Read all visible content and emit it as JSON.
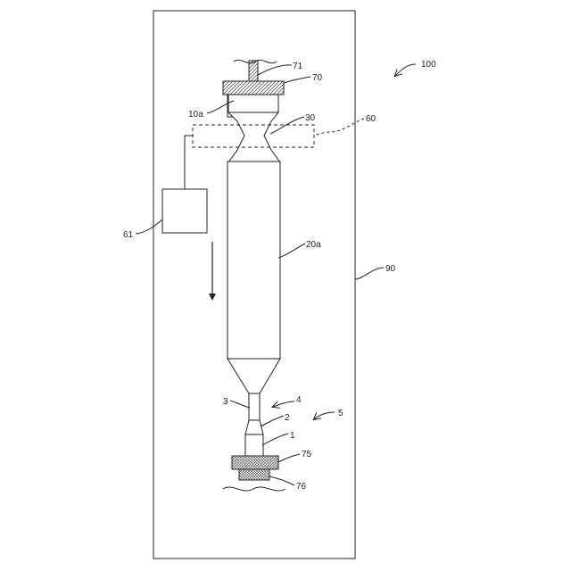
{
  "figure": {
    "colors": {
      "line": "#222222",
      "hatch": "#555555",
      "background": "#ffffff"
    },
    "labels": {
      "device": "100",
      "enclosure": "90",
      "heater_zone": "60",
      "controller": "61",
      "upper_clamp": "70",
      "upper_rod": "71",
      "upper_body": "10a",
      "neck": "30",
      "main_body": "20a",
      "taper_section": "3",
      "neck_section": "4",
      "seed_assembly": "5",
      "seed_neck": "2",
      "seed": "1",
      "lower_clamp": "75",
      "lower_rod": "76"
    }
  }
}
